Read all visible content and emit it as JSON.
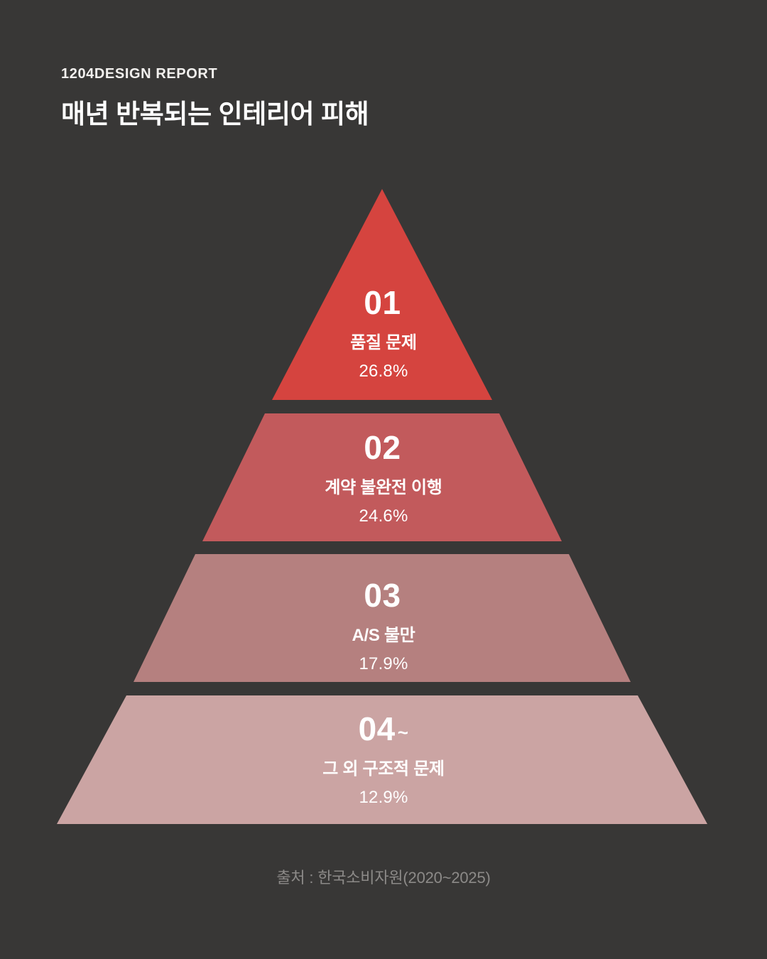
{
  "background_color": "#383736",
  "header": {
    "eyebrow": "1204DESIGN REPORT",
    "title": "매년 반복되는 인테리어 피해"
  },
  "footer": {
    "source": "출처 : 한국소비자원(2020~2025)"
  },
  "chart_data": {
    "type": "pie",
    "title": "매년 반복되는 인테리어 피해",
    "subtitle": "1204DESIGN REPORT",
    "shape": "pyramid",
    "xlabel": "",
    "ylabel": "",
    "unit": "%",
    "source": "출처 : 한국소비자원(2020~2025)",
    "categories": [
      "품질 문제",
      "계약 불완전 이행",
      "A/S 불만",
      "그 외 구조적 문제"
    ],
    "values": [
      26.8,
      24.6,
      17.9,
      12.9
    ],
    "legend_position": "none",
    "grid": false,
    "tiers": [
      {
        "rank": "01",
        "rank_suffix": "",
        "name": "품질 문제",
        "value": 26.8,
        "value_label": "26.8%",
        "color": "#D5443F"
      },
      {
        "rank": "02",
        "rank_suffix": "",
        "name": "계약 불완전 이행",
        "value": 24.6,
        "value_label": "24.6%",
        "color": "#C25A5C"
      },
      {
        "rank": "03",
        "rank_suffix": "",
        "name": "A/S 불만",
        "value": 17.9,
        "value_label": "17.9%",
        "color": "#B5807F"
      },
      {
        "rank": "04",
        "rank_suffix": "~",
        "name": "그 외 구조적 문제",
        "value": 12.9,
        "value_label": "12.9%",
        "color": "#CBA4A3"
      }
    ]
  }
}
